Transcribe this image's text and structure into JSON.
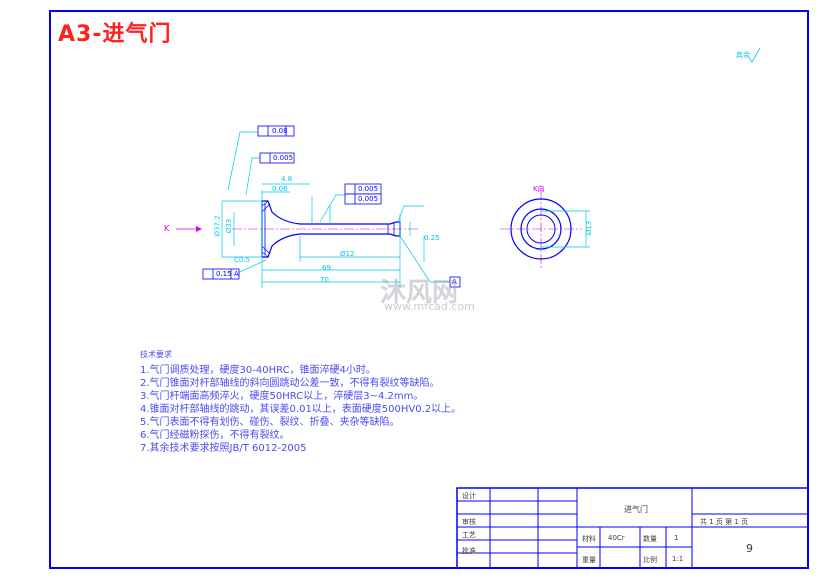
{
  "drawing_title": "A3-进气门",
  "roughness_note": "其余",
  "view_label": "K",
  "view_label_right": "K向",
  "dimensions": {
    "d1": "0.08",
    "d2": "0.005",
    "d3": "4.8",
    "d4": "0.06",
    "d5": "0.005",
    "d6": "0.005",
    "d7": "0.15",
    "d8": "Ø37.2",
    "d9": "Ø33",
    "d10": "C0.5",
    "d11": "Ø12",
    "d12": "0.25",
    "d13": "69",
    "d14": "70",
    "d15": "Ø13",
    "label_A": "A"
  },
  "tech_requirements": {
    "heading": "技术要求",
    "items": [
      "1.气门调质处理，硬度30-40HRC，锥面淬硬4小时。",
      "2.气门锥面对杆部轴线的斜向圆跳动公差一致，不得有裂纹等缺陷。",
      "3.气门杆端面高频淬火，硬度50HRC以上，淬硬层3~4.2mm。",
      "4.锥面对杆部轴线的跳动，其误差0.01以上，表面硬度500HV0.2以上。",
      "5.气门表面不得有划伤、碰伤、裂纹、折叠、夹杂等缺陷。",
      "6.气门经磁粉探伤，不得有裂纹。",
      "7.其余技术要求按照JB/T 6012-2005"
    ]
  },
  "title_block": {
    "row_labels": [
      "设计",
      "审核",
      "工艺",
      "批准"
    ],
    "part_name": "进气门",
    "material_label": "材料",
    "material_value": "40Cr",
    "quantity_label": "数量",
    "quantity_value": "1",
    "weight_label": "重量",
    "scale_label": "比例",
    "scale_value": "1:1",
    "sheet_info": "共  1  页    第  1  页",
    "drawing_number": "9"
  },
  "watermark": {
    "brand": "沐风网",
    "url": "www.mfcad.com"
  },
  "colors": {
    "frame": "#0000ff",
    "title": "#ff2020",
    "geometry": "#00c8e8",
    "part_outline": "#0000ff",
    "annotation": "#4a4af0",
    "marker": "#e000e0"
  }
}
